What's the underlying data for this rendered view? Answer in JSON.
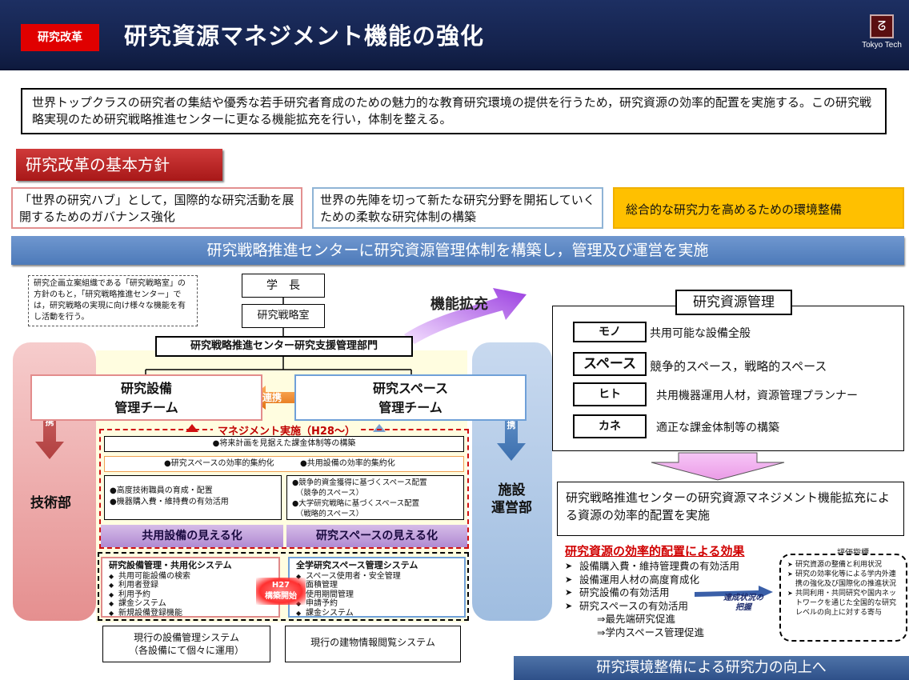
{
  "header": {
    "badge": "研究改革",
    "title": "研究資源マネジメント機能の強化",
    "logo_mark": "ᘔ",
    "logo_text": "Tokyo Tech"
  },
  "intro": "世界トップクラスの研究者の集結や優秀な若手研究者育成のための魅力的な教育研究環境の提供を行うため，研究資源の効率的配置を実施する。この研究戦略実現のため研究戦略推進センターに更なる機能拡充を行い，体制を整える。",
  "policy": {
    "title": "研究改革の基本方針",
    "items": [
      "「世界の研究ハブ」として，国際的な研究活動を展開するためのガバナンス強化",
      "世界の先陣を切って新たな研究分野を開拓していくための柔軟な研究体制の構築",
      "総合的な研究力を高めるための環境整備"
    ]
  },
  "banner": "研究戦略推進センターに研究資源管理体制を構築し，管理及び運営を実施",
  "org": {
    "note": "研究企画立案組織である「研究戦略室」の方針のもと，「研究戦略推進センター」では，研究戦略の実現に向け様々な機能を有し活動を行う。",
    "president": "学　長",
    "strategy_office": "研究戦略室",
    "center": "研究戦略推進センター研究支援管理部門",
    "expansion": "機能拡充",
    "tech_dept": "技術部",
    "facility_dept": "施設\n運営部",
    "renkei_left": "連携",
    "renkei_right": "連携",
    "renkei_mid": "連携",
    "team_equipment": "研究設備\n管理チーム",
    "team_space": "研究スペース\n管理チーム"
  },
  "management": {
    "title": "マネジメント実施（H28〜）",
    "bar1": "●将来計画を見据えた課金体制等の構築",
    "bar2_left": "●研究スペースの効率的集約化",
    "bar2_right": "●共用設備の効率的集約化",
    "left_box": "●高度技術職員の育成・配置\n●機器購入費・維持費の有効活用",
    "right_box": "●競争的資金獲得に基づくスペース配置\n　（競争的スペース）\n●大学研究戦略に基づくスペース配置\n　（戦略的スペース）",
    "vis_equipment": "共用設備の見える化",
    "vis_space": "研究スペースの見える化"
  },
  "systems": {
    "equipment_title": "研究設備管理・共用化システム",
    "equipment_items": [
      "共用可能設備の検索",
      "利用者登録",
      "利用予約",
      "課金システム",
      "新規設備登録機能"
    ],
    "space_title": "全学研究スペース管理システム",
    "space_items": [
      "スペース使用者・安全管理",
      "面積管理",
      "使用期間管理",
      "申請予約",
      "課金システム"
    ],
    "h27": "H27\n構築開始",
    "current_equipment": "現行の設備管理システム\n（各設備にて個々に運用）",
    "current_building": "現行の建物情報閲覧システム"
  },
  "resources": {
    "title": "研究資源管理",
    "rows": [
      {
        "key": "モノ",
        "value": "共用可能な設備全般"
      },
      {
        "key": "スペース",
        "value": "競争的スペース，戦略的スペース"
      },
      {
        "key": "ヒト",
        "value": "共用機器運用人材，資源管理プランナー"
      },
      {
        "key": "カネ",
        "value": "適正な課金体制等の構築"
      }
    ]
  },
  "result": "研究戦略推進センターの研究資源マネジメント機能拡充による資源の効率的配置を実施",
  "effects": {
    "title": "研究資源の効率的配置による効果",
    "items": [
      "設備購入費・維持管理費の有効活用",
      "設備運用人材の高度育成化",
      "研究設備の有効活用",
      "研究スペースの有効活用"
    ],
    "sub_items": [
      "⇒最先端研究促進",
      "⇒学内スペース管理促進"
    ],
    "tassei": "達成状況の\n把握"
  },
  "evaluation": {
    "label": "評価指標",
    "items": [
      "研究資源の整備と利用状況",
      "研究の効率化等による学内外連携の強化及び国際化の推進状況",
      "共同利用・共同研究や国内ネットワークを通じた全国的な研究レベルの向上に対する寄与"
    ]
  },
  "final": "研究環境整備による研究力の向上へ",
  "colors": {
    "header": "#1d2f62",
    "badge": "#e00000",
    "banner": "#5b86c4",
    "policy_gold": "#ffc000",
    "tech_pillar": "#e58f8f",
    "facility_pillar": "#9fbde0",
    "visualize": "#b08ad2",
    "effect_red": "#d00000"
  }
}
